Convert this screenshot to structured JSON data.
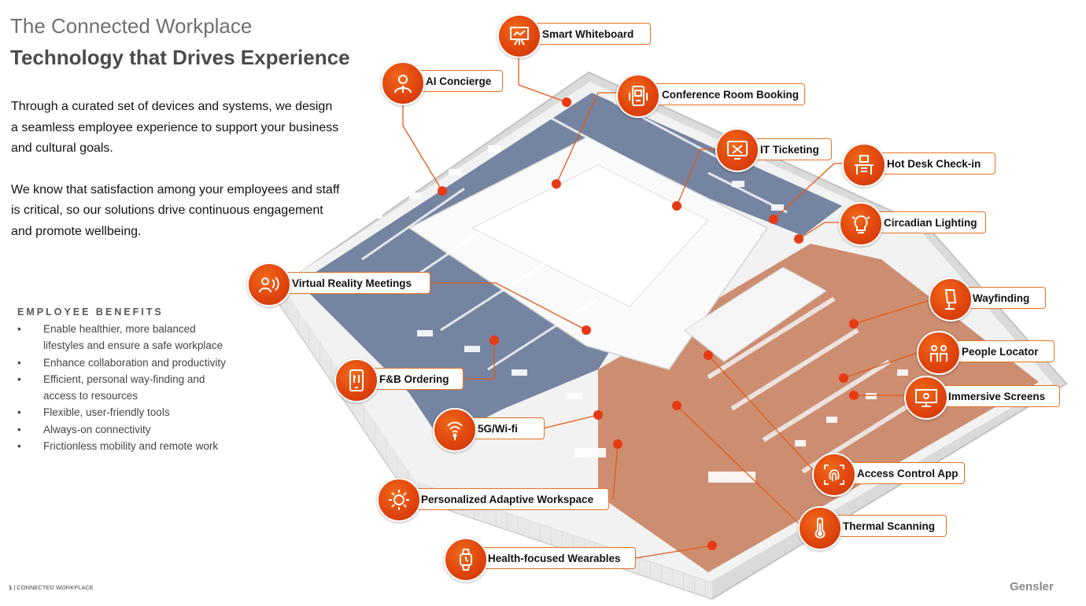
{
  "header": {
    "title": "The Connected Workplace",
    "subtitle": "Technology that Drives Experience"
  },
  "intro": {
    "p1": "Through a curated set of devices and systems, we design a seamless employee experience to support your business and cultural goals.",
    "p2a": "We know that satisfaction among your employees and staff",
    "p2b": "is critical, so our solutions drive continuous engagement and promote wellbeing."
  },
  "benefits": {
    "heading": "EMPLOYEE BENEFITS",
    "items": [
      "Enable healthier, more balanced lifestyles and ensure a safe workplace",
      "Enhance collaboration and productivity",
      "Efficient, personal way-finding and access to resources",
      "Flexible, user-friendly tools",
      "Always-on connectivity",
      "Frictionless mobility and remote work"
    ]
  },
  "callouts": {
    "smart_whiteboard": {
      "label": "Smart Whiteboard",
      "icon": "whiteboard-icon"
    },
    "ai_concierge": {
      "label": "AI Concierge",
      "icon": "concierge-icon"
    },
    "conference_room_booking": {
      "label": "Conference Room Booking",
      "icon": "room-booking-icon"
    },
    "it_ticketing": {
      "label": "IT Ticketing",
      "icon": "tools-icon"
    },
    "hot_desk_checkin": {
      "label": "Hot Desk Check-in",
      "icon": "desk-icon"
    },
    "circadian_lighting": {
      "label": "Circadian Lighting",
      "icon": "lightbulb-icon"
    },
    "virtual_reality_meetings": {
      "label": "Virtual Reality Meetings",
      "icon": "vr-icon"
    },
    "wayfinding": {
      "label": "Wayfinding",
      "icon": "kiosk-icon"
    },
    "people_locator": {
      "label": "People Locator",
      "icon": "people-icon"
    },
    "fb_ordering": {
      "label": "F&B Ordering",
      "icon": "phone-food-icon"
    },
    "immersive_screens": {
      "label": "Immersive Screens",
      "icon": "screen-icon"
    },
    "wifi_5g": {
      "label": "5G/Wi-fi",
      "icon": "wifi-icon"
    },
    "access_control_app": {
      "label": "Access Control App",
      "icon": "fingerprint-icon"
    },
    "personalized_adaptive_workspace": {
      "label": "Personalized Adaptive Workspace",
      "icon": "sun-icon"
    },
    "thermal_scanning": {
      "label": "Thermal Scanning",
      "icon": "thermometer-icon"
    },
    "health_wearables": {
      "label": "Health-focused Wearables",
      "icon": "watch-icon"
    }
  },
  "footer": {
    "page_number": "1",
    "separator": " | ",
    "section": "CONNECTED WORKPLACE",
    "brand": "Gensler"
  },
  "colors": {
    "accent": "#e4721f",
    "icon_fill": "#e0450e",
    "floor_carpet": "#5f7193",
    "floor_terracotta": "#c98263"
  }
}
